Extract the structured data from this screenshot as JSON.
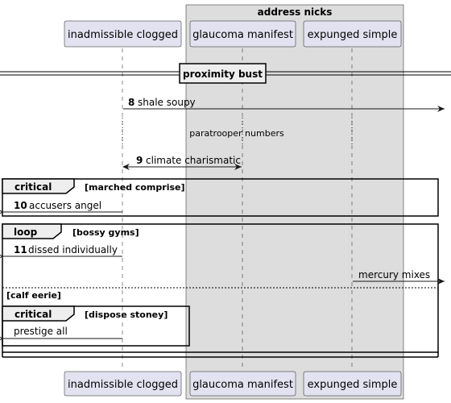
{
  "box": {
    "title": "address nicks"
  },
  "participants": [
    {
      "id": "p1",
      "label": "inadmissible clogged"
    },
    {
      "id": "p2",
      "label": "glaucoma manifest"
    },
    {
      "id": "p3",
      "label": "expunged simple"
    }
  ],
  "divider": {
    "label": "proximity bust"
  },
  "messages": [
    {
      "num": "8",
      "text": "shale soupy",
      "from": "p1",
      "to": "out"
    },
    {
      "num": "9",
      "text": "climate charismatic",
      "from": "p1",
      "to": "p2",
      "bidirectional": true
    },
    {
      "num": "10",
      "text": "accusers angel",
      "from": "p1",
      "to": "left"
    },
    {
      "num": "11",
      "text": "dissed individually",
      "from": "p1",
      "to": "left"
    },
    {
      "num": "",
      "text": "mercury mixes",
      "from": "p3",
      "to": "out"
    },
    {
      "num": "",
      "text": "prestige all",
      "from": "p1",
      "to": "left"
    }
  ],
  "delay_note": "paratrooper numbers",
  "fragments": [
    {
      "keyword": "critical",
      "guard": "[marched comprise]"
    },
    {
      "keyword": "loop",
      "guard": "[bossy gyms]",
      "else_guard": "[calf eerie]"
    },
    {
      "keyword": "critical",
      "guard": "[dispose stoney]"
    }
  ]
}
